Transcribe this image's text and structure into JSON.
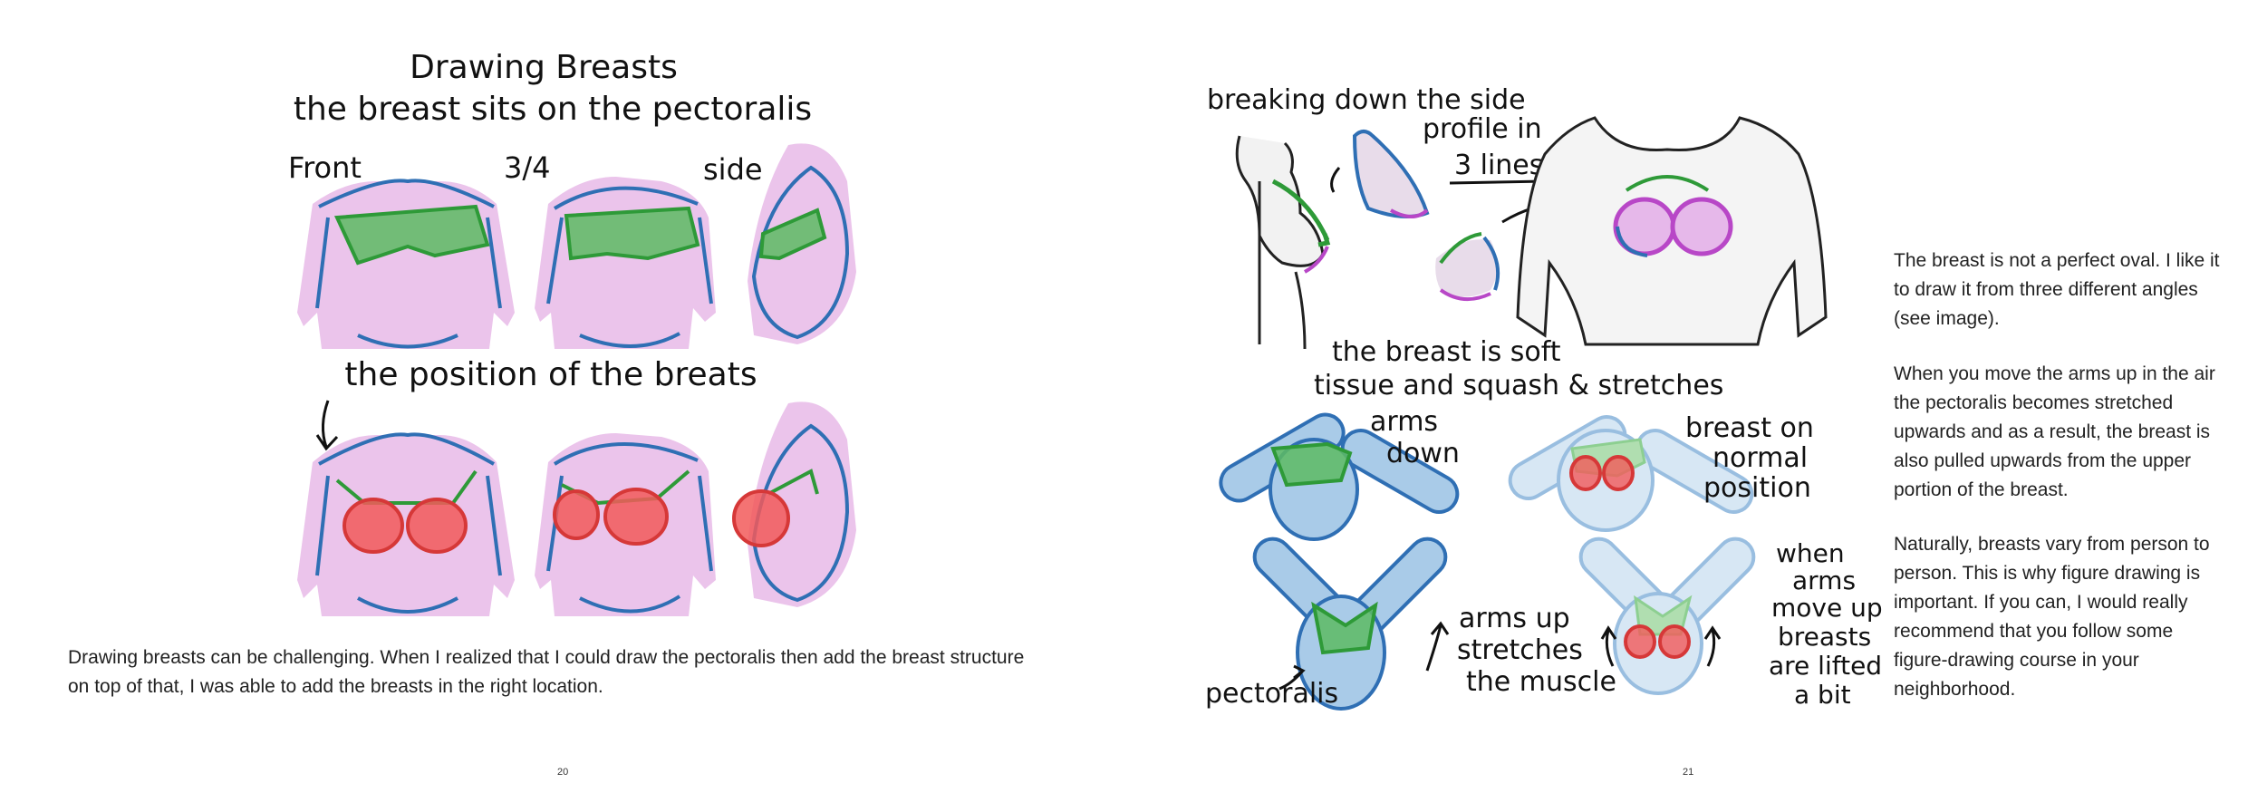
{
  "left_page": {
    "figure": {
      "title": "Drawing Breasts",
      "subtitle": "the breast sits on the pectoralis",
      "label_front": "Front",
      "label_three_quarter": "3/4",
      "label_side": "side",
      "label_position": "the position of the breats"
    },
    "paragraph": "Drawing breasts can be challenging. When I realized that I could draw the pectoralis then add the breast structure on top of that, I was able to add the breasts in the right location.",
    "page_number": "20"
  },
  "right_page": {
    "figure": {
      "label_breaking_1": "breaking down the side",
      "label_breaking_2": "profile in",
      "label_breaking_3": "3 lines",
      "label_soft_1": "the breast is soft",
      "label_soft_2": "tissue and squash & stretches",
      "label_arms_down_1": "arms",
      "label_arms_down_2": "down",
      "label_normal_1": "breast on",
      "label_normal_2": "normal",
      "label_normal_3": "position",
      "label_arms_up_1": "arms up",
      "label_arms_up_2": "stretches",
      "label_arms_up_3": "the muscle",
      "label_pectoralis": "pectoralis",
      "label_lifted_1": "when",
      "label_lifted_2": "arms",
      "label_lifted_3": "move up",
      "label_lifted_4": "breasts",
      "label_lifted_5": "are lifted",
      "label_lifted_6": "a bit"
    },
    "paragraph_1": "The breast is not a perfect oval. I like it to draw it from three different angles (see image).",
    "paragraph_2": "When you move the arms up in the air the pectoralis becomes stretched upwards and as a result, the breast is also pulled upwards from the upper portion of the breast.",
    "paragraph_3": "Naturally, breasts vary from person to person. This is why figure drawing is important. If you can, I would really recommend that you follow some figure-drawing course in your neighborhood.",
    "page_number": "21"
  },
  "colors": {
    "skin": "#ebc4eb",
    "outline_blue": "#2f6fb4",
    "pectoral_green": "#5dbb63",
    "breast_red": "#f25a5a",
    "breast_violet": "#c874d8",
    "arm_blue": "#a9cbe8"
  }
}
